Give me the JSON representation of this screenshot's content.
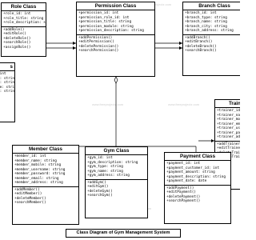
{
  "caption": "Class Diagram of Gym Management System",
  "watermark": "www.freeprojectz.com",
  "classes": {
    "role": {
      "title": "Role Class",
      "attributes": [
        "+role_id: int",
        "+role_title: string",
        "+role_description: string"
      ],
      "operations": [
        "+addRole()",
        "+editRole()",
        "+deleteRole()",
        "+searchRole()",
        "+assignRole()"
      ]
    },
    "permission": {
      "title": "Permission Class",
      "attributes": [
        "+permission_id: int",
        "+permission_role_id: int",
        "+permission_title: string",
        "+permission_module: string",
        "+permission_description: string"
      ],
      "operations": [
        "+addPermission()",
        "+editPermission()",
        "+deletePermission()",
        "+searchPermission()"
      ]
    },
    "branch": {
      "title": "Branch Class",
      "attributes": [
        "+branch_id: int",
        "+branch_type: string",
        "+branch_name: string",
        "+branch_city: string",
        "+branch_address: string"
      ],
      "operations": [
        "+addBranch()",
        "+editBranch()",
        "+deleteBranch()",
        "+searchBranch()"
      ]
    },
    "left_partial": {
      "title": "s",
      "attributes": [
        "id: int",
        "name: string",
        "type: string",
        "title: string",
        "type: string"
      ],
      "operations": []
    },
    "trainer": {
      "title": "Trainer Class",
      "attributes": [
        "+trainer_id: int",
        "+trainer_name: string",
        "+trainer_mobile: string",
        "+trainer_email: string",
        "+trainer_username: string",
        "+trainer_password: string",
        "+trainer_address: string"
      ],
      "operations": [
        "+addTrainer()",
        "+editTrainer()",
        "+deleteTrainer()",
        "+searchTrainer()"
      ]
    },
    "member": {
      "title": "Member Class",
      "attributes": [
        "+member_id: int",
        "+member_name: string",
        "+member_mobile: string",
        "+member_username: string",
        "+member_password: string",
        "+member_email: string",
        "+member_address: string"
      ],
      "operations": [
        "+addMember()",
        "+editMember()",
        "+deleteMember()",
        "+searchMember()"
      ]
    },
    "gym": {
      "title": "Gym Class",
      "attributes": [
        "+gym_id: int",
        "+gym_description: string",
        "+gym_type: string",
        "+gym_name: string",
        "+gym_address: string"
      ],
      "operations": [
        "+addGym()",
        "+editGym()",
        "+deleteGym()",
        "+searchGym()"
      ]
    },
    "payment": {
      "title": "Payment Class",
      "attributes": [
        "+payment_id: int",
        "+payment_customer_id: int",
        "+payment_amount: string",
        "+payment_description: string",
        "+payment_date: date"
      ],
      "operations": [
        "+addPayment()",
        "+editPayment()",
        "+deletePayment()",
        "+searchPayment()"
      ]
    }
  }
}
